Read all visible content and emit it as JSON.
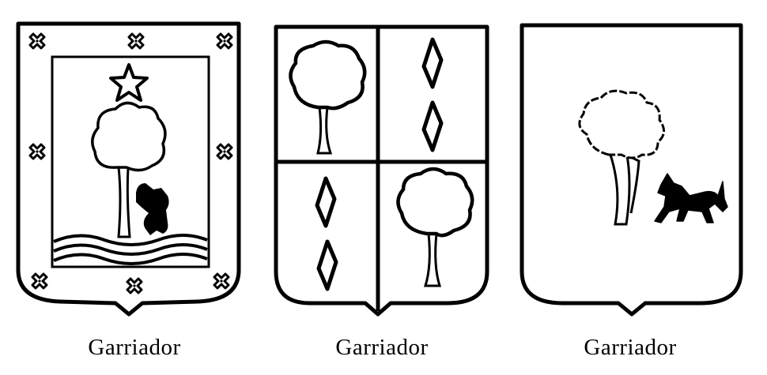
{
  "shields": [
    {
      "caption": "Garriador",
      "charges": [
        "border-with-saltires",
        "star",
        "tree",
        "wolf",
        "waves"
      ]
    },
    {
      "caption": "Garriador",
      "charges": [
        "tree",
        "lozenge",
        "lozenge",
        "lozenge",
        "lozenge",
        "tree"
      ]
    },
    {
      "caption": "Garriador",
      "charges": [
        "tree",
        "wolf"
      ]
    }
  ],
  "colors": {
    "ink": "#000000",
    "paper": "#ffffff"
  }
}
